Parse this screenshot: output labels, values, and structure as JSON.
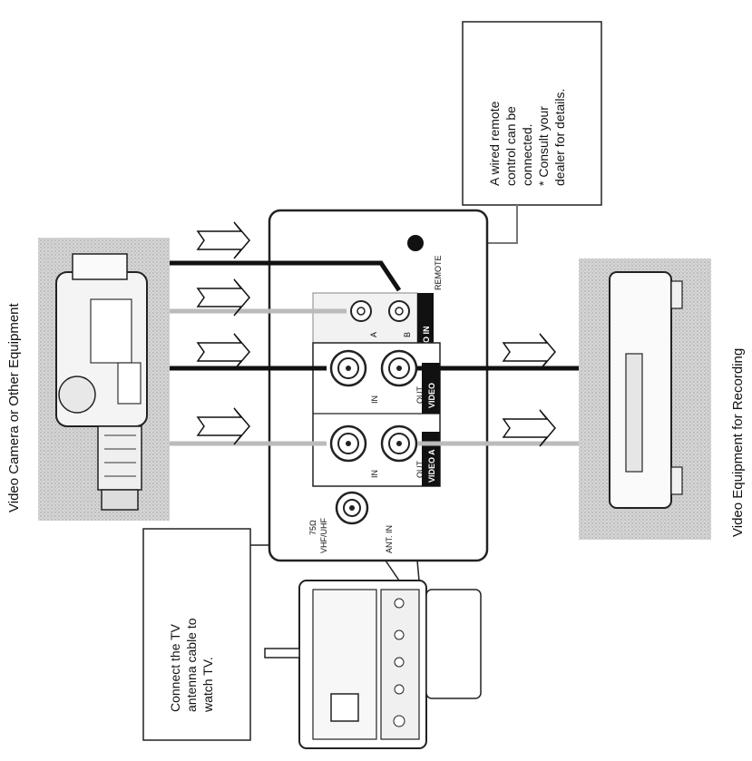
{
  "diagram": {
    "source_label": "Video Camera or Other Equipment",
    "recorder_label": "Video Equipment for Recording",
    "remote_note": {
      "line1": "A wired remote",
      "line2": "control can be",
      "line3": "connected.",
      "line4": "* Consult your",
      "line5": "dealer for details."
    },
    "antenna_note": {
      "line1": "Connect the TV",
      "line2": "antenna cable to",
      "line3": "watch TV."
    },
    "panel": {
      "remote_label": "REMOTE",
      "audio_in_label": "AUDIO IN",
      "audio_a": "A",
      "audio_b": "B",
      "video_group_label": "VIDEO",
      "video_a_group_label": "VIDEO A",
      "in_label": "IN",
      "out_label": "OUT",
      "ant_in_label": "ANT. IN",
      "ant_spec_line1": "75Ω",
      "ant_spec_line2": "VHF/UHF"
    }
  }
}
